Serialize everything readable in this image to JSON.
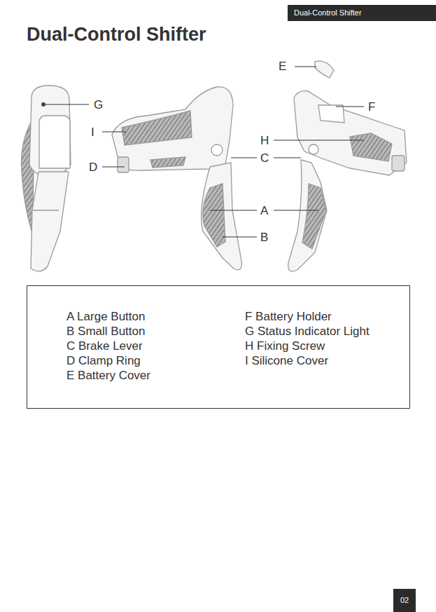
{
  "diagram": {
    "title": "Dual-Control Shifter",
    "nodes": [
      {
        "text": [
          "Dual-Control Shifter"
        ]
      },
      {
        "text": [
          "A Large Button",
          "B Small Button",
          "C Brake Lever",
          "D Clamp Ring",
          "E Battery Cover",
          "F Battery Holder",
          "G Status Indicator Light",
          "H Fixing Screw",
          "I Silicone Cover"
        ]
      },
      {
        "text": [
          "02"
        ]
      }
    ],
    "labels": [
      "E",
      "G",
      "F",
      "I",
      "H",
      "C",
      "D",
      "A",
      "B"
    ]
  }
}
